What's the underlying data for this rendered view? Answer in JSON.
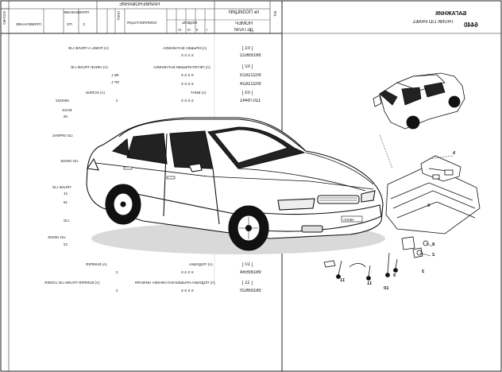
{
  "header": {
    "section_code": "6440",
    "title_ru": "БАГАЖНИК",
    "title_en": "TRUNK LID PANEL",
    "col_position": "№ ПОЗИЦИИ",
    "col_part_no_1": "НОМЕР",
    "col_part_no_2": "ДЕТАЛИ",
    "col_models": "МОДЕЛЬ",
    "col_complect": "КОМПЛЕКТАЦИЯ",
    "col_name": "НАИМЕНОВАНИЕ",
    "col_application": "ПРИМЕНЕНИЕ",
    "col_from": "ПО",
    "col_to": "С",
    "col_notes": "ПРИМЕЧАНИЕ",
    "col_qty": "КОЛ-ВО",
    "col_qty_short": "П/Л/Т",
    "col_bt": "Б/Т",
    "model_codes": [
      "I",
      "II",
      "III",
      "IV"
    ],
    "model_letters": [
      "Г",
      "Л",
      "Б"
    ]
  },
  "parts": [
    {
      "pos": "[ 01 ]",
      "part_no": "96169622",
      "name": "(A) PANEL A-TRUNK LID",
      "name_ru": "(A) КРЫШКА БАГАЖНИКА",
      "models": "S S S S",
      "qty": "",
      "notes": ""
    },
    {
      "pos": "[ 02 ]",
      "part_no": "90221623",
      "name": "(A) HINGE-TRUNK LID",
      "name_ru": "(A) ПЕТЛЯ КРЫШКИ БАГАЖНИКА",
      "models": "S S S S",
      "qty": "",
      "notes": "ЛВ 1"
    },
    {
      "pos": "",
      "part_no": "90221624",
      "name": "",
      "name_ru": "",
      "models": "S S S S",
      "qty": "",
      "notes": "ПР 1"
    },
    {
      "pos": "[ 03 ]",
      "part_no": "11079441",
      "name": "(A) SCREW",
      "name_ru": "(A) ВИНТ",
      "models": "S S S S",
      "qty": "4",
      "notes": ""
    },
    {
      "pos": "[ 10 ]",
      "part_no": "96169564",
      "name": "(A) BUMPER",
      "name_ru": "(A) ПОДУШКА",
      "models": "S S S S",
      "qty": "2",
      "notes": ""
    },
    {
      "pos": "[ 11 ]",
      "part_no": "96169620",
      "name": "(A) BUMPER-TRUNK LID LOWER",
      "name_ru": "(A) ПОДУШКА КРЫШКИ БАГАЖНИКА НИЖНЯЯ",
      "models": "S S S S",
      "qty": "2",
      "notes": ""
    }
  ],
  "side_labels": [
    "M6X022",
    "BACK",
    "26",
    "LID SPRING",
    "LID HINGE",
    "TRUNK LID",
    "21",
    "18",
    "LID",
    "LID HINGE",
    "22"
  ],
  "callouts": {
    "c5": "5",
    "c6": "6",
    "c8": "8",
    "c2": "2",
    "c3": "3",
    "c11a": "11",
    "c11b": "11",
    "c9": "9",
    "c10": "10",
    "c_car_badge": "NEXIA"
  }
}
